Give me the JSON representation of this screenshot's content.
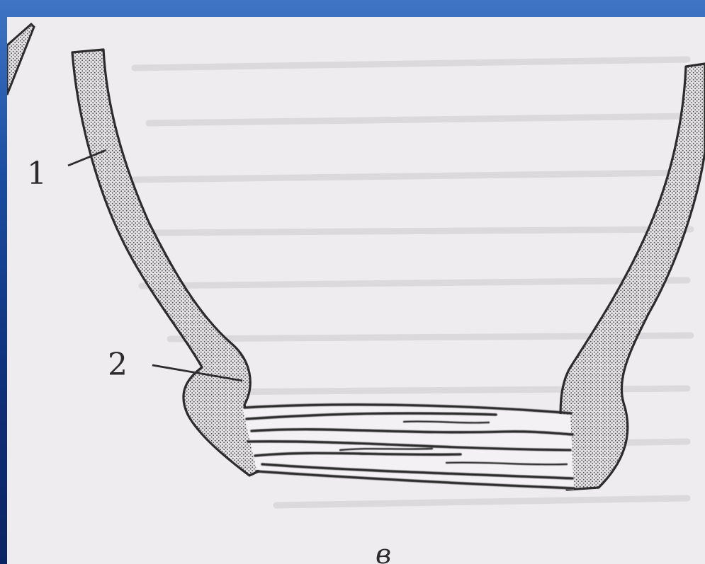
{
  "labels": {
    "part_1": "1",
    "part_2": "2",
    "caption": "в"
  },
  "colors": {
    "background_frame": "#1c4da2",
    "panel": "#efecef",
    "ink": "#2c2c2c",
    "stipple": "#4a4a4a"
  }
}
